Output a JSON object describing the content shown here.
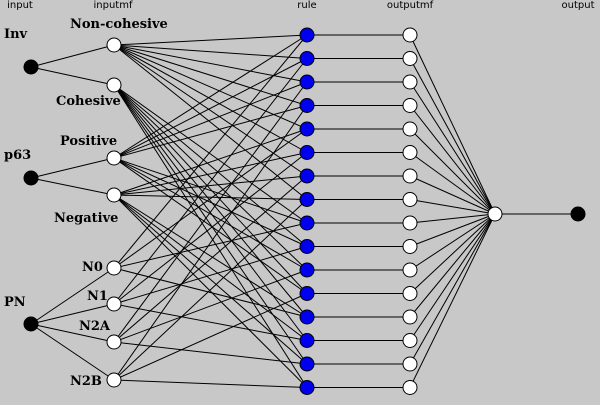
{
  "headers": {
    "input": "input",
    "inputmf": "inputmf",
    "rule": "rule",
    "outputmf": "outputmf",
    "output": "output"
  },
  "inputs": [
    {
      "label": "Inv"
    },
    {
      "label": "p63"
    },
    {
      "label": "PN"
    }
  ],
  "input_mfs": [
    {
      "label": "Non-cohesive",
      "input": 0
    },
    {
      "label": "Cohesive",
      "input": 0
    },
    {
      "label": "Positive",
      "input": 1
    },
    {
      "label": "Negative",
      "input": 1
    },
    {
      "label": "N0",
      "input": 2
    },
    {
      "label": "N1",
      "input": 2
    },
    {
      "label": "N2A",
      "input": 2
    },
    {
      "label": "N2B",
      "input": 2
    }
  ],
  "rules": [
    [
      0,
      2,
      4
    ],
    [
      0,
      2,
      5
    ],
    [
      0,
      2,
      6
    ],
    [
      0,
      2,
      7
    ],
    [
      0,
      3,
      4
    ],
    [
      0,
      3,
      5
    ],
    [
      0,
      3,
      6
    ],
    [
      0,
      3,
      7
    ],
    [
      1,
      2,
      4
    ],
    [
      1,
      2,
      5
    ],
    [
      1,
      2,
      6
    ],
    [
      1,
      2,
      7
    ],
    [
      1,
      3,
      4
    ],
    [
      1,
      3,
      5
    ],
    [
      1,
      3,
      6
    ],
    [
      1,
      3,
      7
    ]
  ],
  "colors": {
    "background": "#c8c8c8",
    "rule_node": "#0000ee",
    "mf_node": "#ffffff",
    "io_node": "#000000",
    "edge": "#000000"
  }
}
